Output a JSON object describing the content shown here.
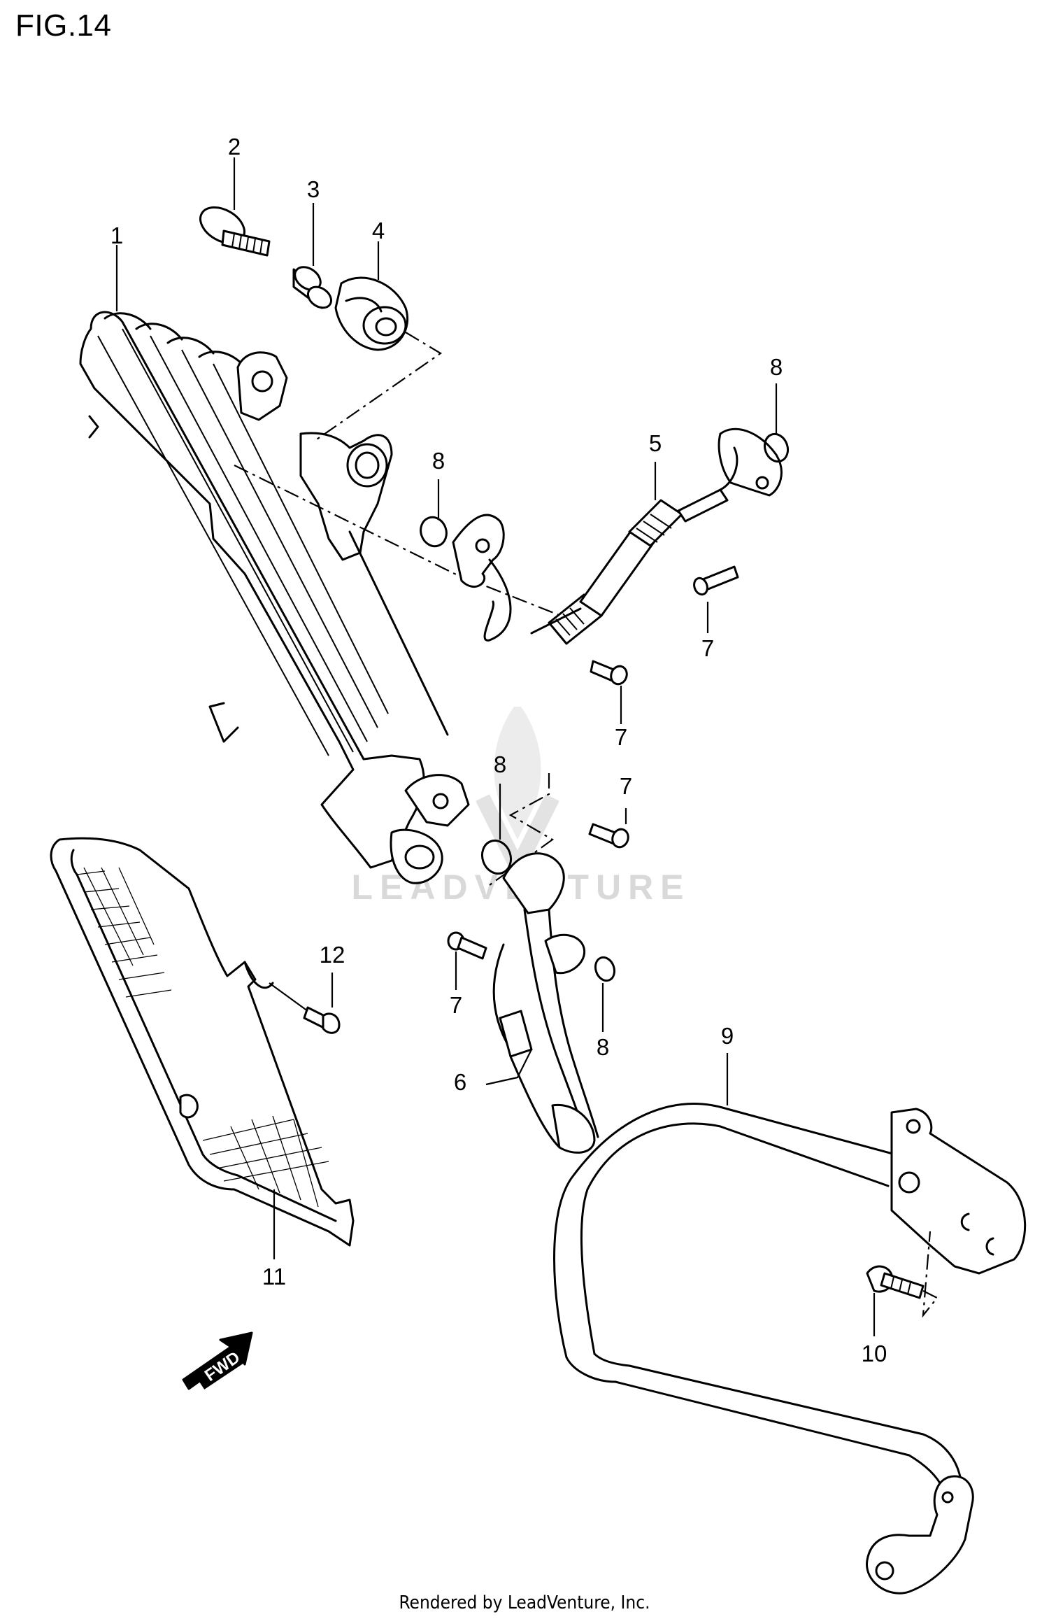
{
  "figure": {
    "title": "FIG.14",
    "footer": "Rendered by LeadVenture, Inc."
  },
  "watermark": {
    "text": "LEADVENTURE"
  },
  "fwd_arrow": {
    "label": "FWD"
  },
  "callouts": [
    {
      "id": "c1",
      "label": "1"
    },
    {
      "id": "c2",
      "label": "2"
    },
    {
      "id": "c3",
      "label": "3"
    },
    {
      "id": "c4",
      "label": "4"
    },
    {
      "id": "c5",
      "label": "5"
    },
    {
      "id": "c6",
      "label": "6"
    },
    {
      "id": "c7a",
      "label": "7"
    },
    {
      "id": "c7b",
      "label": "7"
    },
    {
      "id": "c7c",
      "label": "7"
    },
    {
      "id": "c7d",
      "label": "7"
    },
    {
      "id": "c8a",
      "label": "8"
    },
    {
      "id": "c8b",
      "label": "8"
    },
    {
      "id": "c8c",
      "label": "8"
    },
    {
      "id": "c8d",
      "label": "8"
    },
    {
      "id": "c9",
      "label": "9"
    },
    {
      "id": "c10",
      "label": "10"
    },
    {
      "id": "c11",
      "label": "11"
    },
    {
      "id": "c12",
      "label": "12"
    }
  ]
}
